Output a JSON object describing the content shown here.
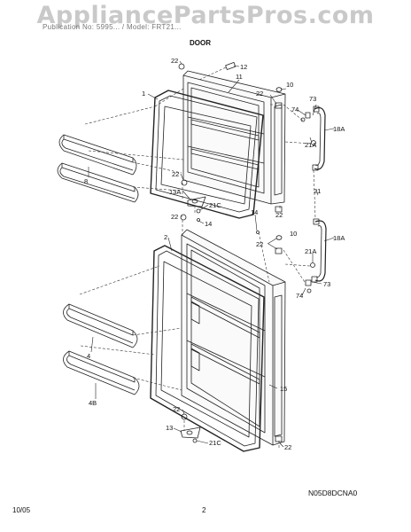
{
  "watermark": "AppliancePartsPros.com",
  "header_text": "Publication No: 5995... / Model: FRT21...",
  "section_title": "DOOR",
  "diagram_code": "N05D8DCNA0",
  "footer": {
    "date": "10/05",
    "page": "2"
  },
  "callouts": {
    "c22_top": "22",
    "c12": "12",
    "c11": "11",
    "c10_top": "10",
    "c22_hinge": "22",
    "c73_top": "73",
    "c74_top": "74",
    "c18a_top": "18A",
    "c21a_top": "21A",
    "c1": "1",
    "c8": "8",
    "c22_mid": "22",
    "c13a": "13A",
    "c21c_top": "21C",
    "c21": "21",
    "c22_bot_hinge": "22",
    "c22_center": "22",
    "c14_a": "14",
    "c14_b": "14",
    "c2": "2",
    "c10_bot": "10",
    "c22_b2": "22",
    "c18a_bot": "18A",
    "c21a_bot": "21A",
    "c73_bot": "73",
    "c74_bot": "74",
    "c4": "4",
    "c4b": "4B",
    "c15": "15",
    "c22_lower": "22",
    "c13": "13",
    "c21c_bot": "21C",
    "c22_last": "22"
  }
}
